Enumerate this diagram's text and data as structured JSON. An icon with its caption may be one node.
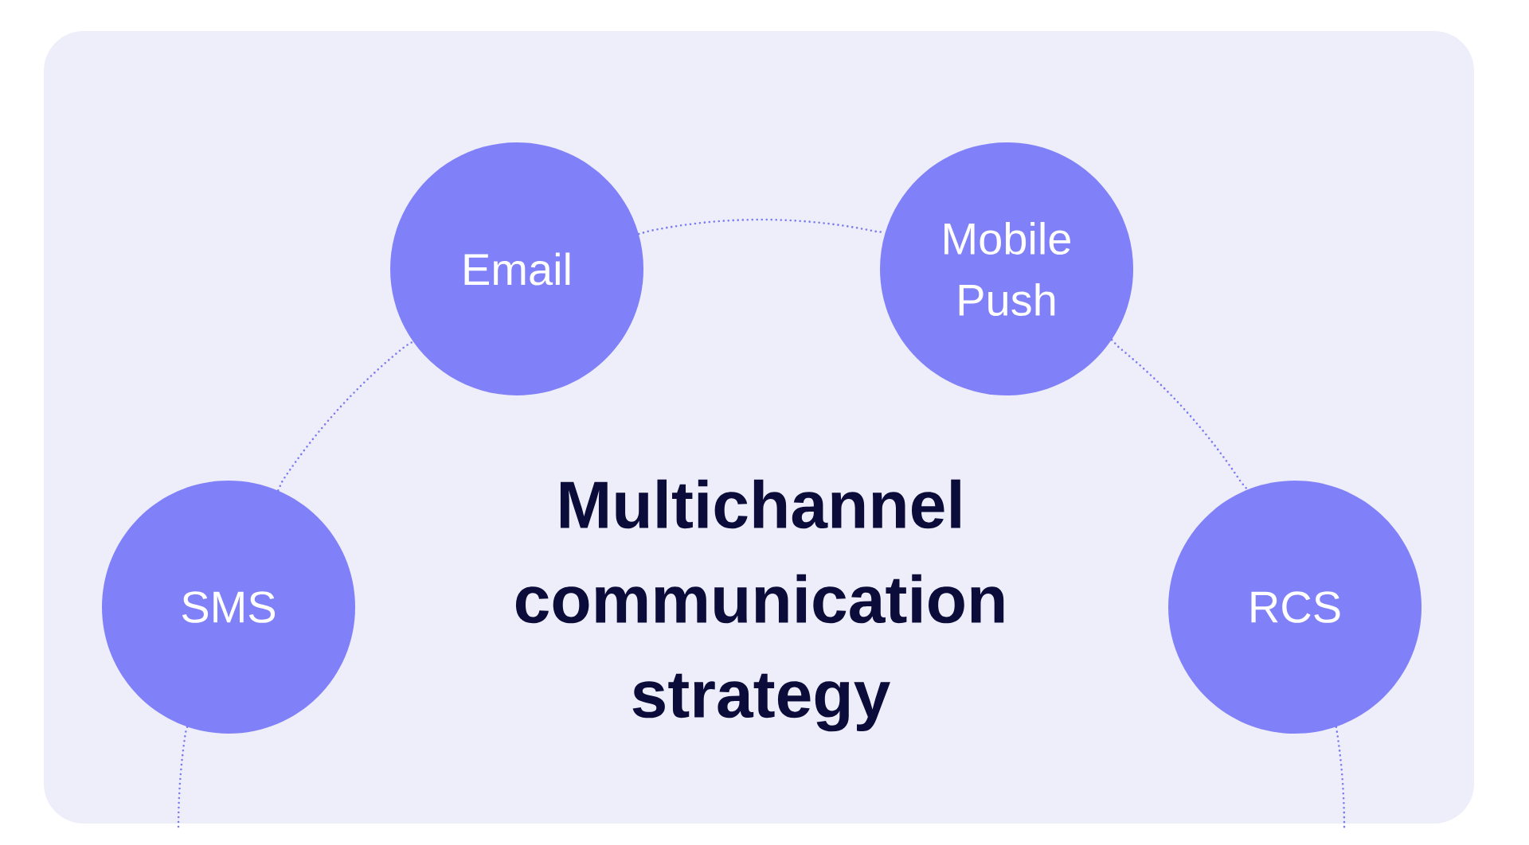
{
  "diagram": {
    "title": "Multichannel communication strategy",
    "nodes": [
      {
        "text": [
          "Email"
        ]
      },
      {
        "text": [
          "Mobile Push"
        ]
      },
      {
        "text": [
          "SMS"
        ]
      },
      {
        "text": [
          "RCS"
        ]
      }
    ],
    "edges": [
      {
        "from": 2,
        "to": 0,
        "arrow": "none"
      },
      {
        "from": 0,
        "to": 1,
        "arrow": "none"
      },
      {
        "from": 1,
        "to": 3,
        "arrow": "none"
      },
      {
        "from": 2,
        "to": null,
        "arrow": "none"
      },
      {
        "from": 3,
        "to": null,
        "arrow": "none"
      }
    ]
  }
}
